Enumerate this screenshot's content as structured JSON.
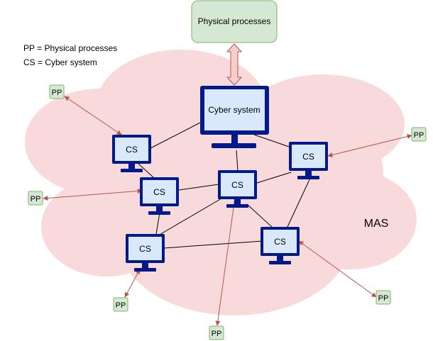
{
  "legend": {
    "line1": "PP = Physical processes",
    "line2": "CS = Cyber system"
  },
  "physical_processes_label": "Physical processes",
  "cyber_system_label": "Cyber system",
  "mas_label": "MAS",
  "cs_label": "CS",
  "pp_label": "PP",
  "colors": {
    "cloud": "#f9dada",
    "pp_box_fill": "#d5e8d4",
    "pp_box_stroke": "#82b366",
    "monitor_frame": "#001a8c",
    "monitor_screen": "#dae8fc",
    "arrow": "#b85450",
    "big_arrow_fill": "#f8cecc"
  }
}
